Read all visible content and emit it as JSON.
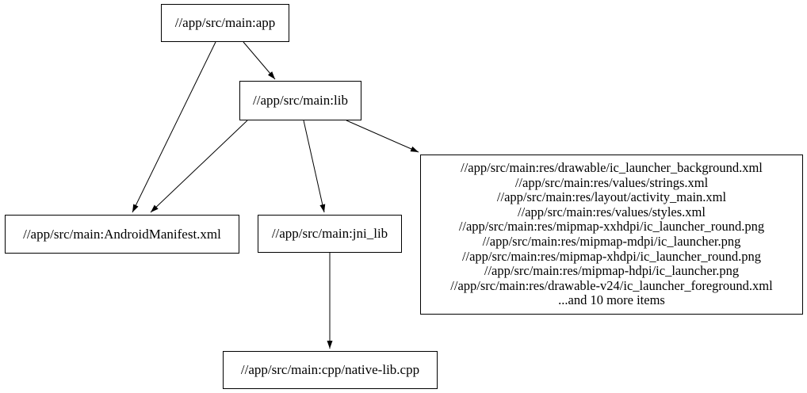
{
  "graph": {
    "type": "dependency-graph",
    "colors": {
      "background": "#ffffff",
      "node_border": "#000000",
      "text": "#000000",
      "edge": "#000000"
    },
    "nodes": [
      {
        "id": "app",
        "label": "//app/src/main:app"
      },
      {
        "id": "lib",
        "label": "//app/src/main:lib"
      },
      {
        "id": "manifest",
        "label": "//app/src/main:AndroidManifest.xml"
      },
      {
        "id": "jni_lib",
        "label": "//app/src/main:jni_lib"
      },
      {
        "id": "res_files",
        "lines": [
          "//app/src/main:res/drawable/ic_launcher_background.xml",
          "//app/src/main:res/values/strings.xml",
          "//app/src/main:res/layout/activity_main.xml",
          "//app/src/main:res/values/styles.xml",
          "//app/src/main:res/mipmap-xxhdpi/ic_launcher_round.png",
          "//app/src/main:res/mipmap-mdpi/ic_launcher.png",
          "//app/src/main:res/mipmap-xhdpi/ic_launcher_round.png",
          "//app/src/main:res/mipmap-hdpi/ic_launcher.png",
          "//app/src/main:res/drawable-v24/ic_launcher_foreground.xml",
          "...and 10 more items"
        ]
      },
      {
        "id": "native_lib_cpp",
        "label": "//app/src/main:cpp/native-lib.cpp"
      }
    ],
    "edges": [
      {
        "from": "app",
        "to": "lib"
      },
      {
        "from": "app",
        "to": "manifest"
      },
      {
        "from": "lib",
        "to": "manifest"
      },
      {
        "from": "lib",
        "to": "jni_lib"
      },
      {
        "from": "lib",
        "to": "res_files"
      },
      {
        "from": "jni_lib",
        "to": "native_lib_cpp"
      }
    ]
  }
}
